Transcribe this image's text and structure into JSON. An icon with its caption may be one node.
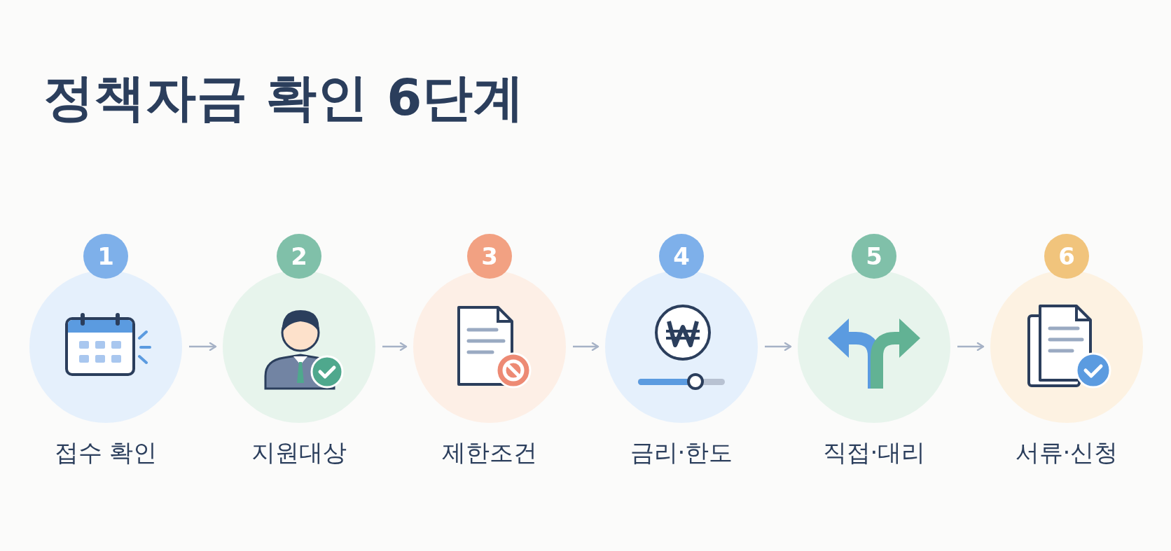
{
  "diagram": {
    "title": "정책자금 확인 6단계",
    "nodes": [
      {
        "text": [
          "1",
          "접수 확인"
        ]
      },
      {
        "text": [
          "2",
          "지원대상"
        ]
      },
      {
        "text": [
          "3",
          "제한조건"
        ]
      },
      {
        "text": [
          "4",
          "금리·한도"
        ]
      },
      {
        "text": [
          "5",
          "직접·대리"
        ]
      },
      {
        "text": [
          "6",
          "서류·신청"
        ]
      }
    ],
    "edges": [
      {
        "from": 0,
        "to": 1,
        "arrow": "to"
      },
      {
        "from": 1,
        "to": 2,
        "arrow": "to"
      },
      {
        "from": 2,
        "to": 3,
        "arrow": "to"
      },
      {
        "from": 3,
        "to": 4,
        "arrow": "to"
      },
      {
        "from": 4,
        "to": 5,
        "arrow": "to"
      }
    ]
  }
}
